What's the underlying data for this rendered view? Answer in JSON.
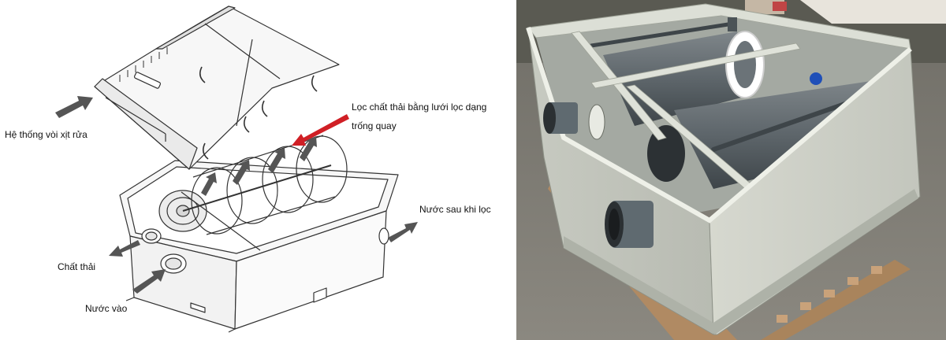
{
  "labels": {
    "spray_system": "Hệ thống vòi xịt rửa",
    "drum_filter_line1": "Lọc chất thải bằng lưới lọc dạng",
    "drum_filter_line2": "trống quay",
    "water_out": "Nước sau khi lọc",
    "waste": "Chất thải",
    "water_in": "Nước vào"
  },
  "colors": {
    "callout_arrow": "#d01f25",
    "flow_arrow": "#555555",
    "line_art": "#333333",
    "tank_body": "#c9ccc4",
    "pipe": "#5f6a70"
  }
}
